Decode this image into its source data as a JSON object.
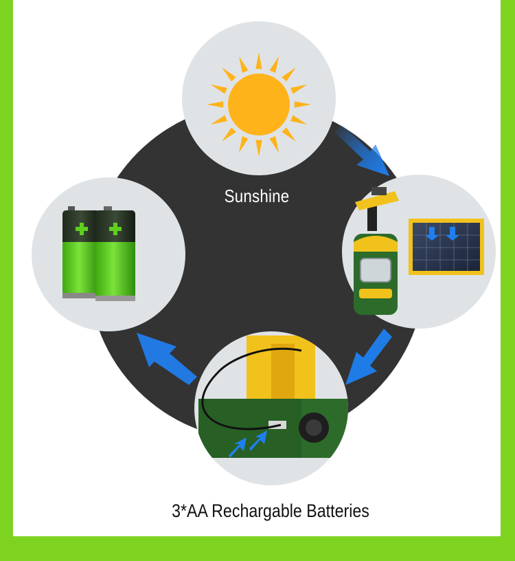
{
  "diagram": {
    "center_label": "Sunshine",
    "caption": "3*AA Rechargable Batteries",
    "nodes": [
      {
        "id": "sun",
        "icon": "sun-icon"
      },
      {
        "id": "solar-device",
        "icon": "solar-sprinkler-device-icon"
      },
      {
        "id": "battery-compartment",
        "icon": "battery-compartment-icon"
      },
      {
        "id": "batteries",
        "icon": "battery-icon"
      }
    ],
    "cycle_direction": "clockwise"
  },
  "colors": {
    "page_border": "#7ed321",
    "hub": "#333333",
    "node_fill": "#dfe3e6",
    "arrow": "#1f7ff0",
    "sun": "#ffb31a",
    "battery_green": "#5fcf1f",
    "device_green": "#2c6b2a",
    "device_yellow": "#f2c21c"
  }
}
